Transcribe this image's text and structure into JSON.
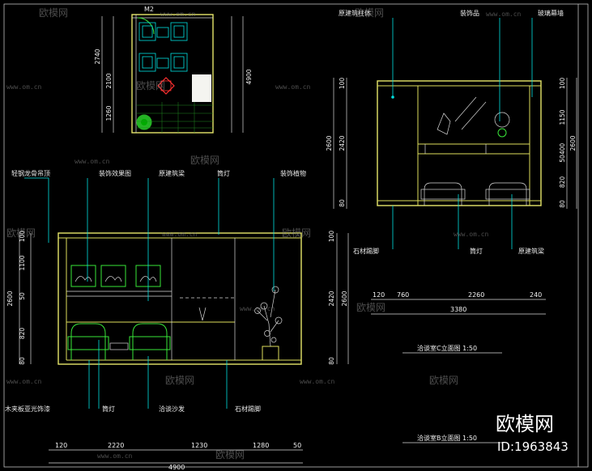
{
  "plan": {
    "door_tag": "M2",
    "dims_left": [
      "2740",
      "2100",
      "1260"
    ],
    "dims_right": [
      "4900"
    ]
  },
  "elevation_b": {
    "callouts_top": [
      "轻钢龙骨吊顶",
      "装饰效果图",
      "原建筑梁",
      "筒灯",
      "装饰植物"
    ],
    "callouts_bottom": [
      "木夹板亚光饰漆",
      "筒灯",
      "洽谈沙发",
      "石材踢脚"
    ],
    "dims_left_outer": [
      "2600"
    ],
    "dims_left_inner": [
      "100",
      "1100",
      "50",
      "820",
      "80"
    ],
    "dims_right_outer": [
      "2600"
    ],
    "dims_right_inner": [
      "100",
      "2420",
      "80"
    ],
    "dims_bottom": [
      "120",
      "2220",
      "1230",
      "1280",
      "50"
    ],
    "dim_total": "4900",
    "title": "洽谈室B立面图  1:50"
  },
  "elevation_c": {
    "callouts_top": [
      "原建筑柱体",
      "装饰品",
      "玻璃幕墙"
    ],
    "callouts_bottom": [
      "石材踢脚",
      "筒灯",
      "原建筑梁"
    ],
    "dims_left_outer": [
      "2600"
    ],
    "dims_left_inner": [
      "100",
      "2420",
      "80"
    ],
    "dims_right_outer": [
      "2600"
    ],
    "dims_right_inner": [
      "100",
      "1150",
      "400",
      "50",
      "820",
      "80"
    ],
    "dims_bottom": [
      "120",
      "760",
      "2260",
      "240"
    ],
    "dim_total": "3380",
    "title": "洽谈室C立面图  1:50"
  },
  "watermark": {
    "text": "欧模网",
    "url": "www.om.cn"
  },
  "brand": {
    "name": "欧模网",
    "id": "ID:1963843"
  }
}
